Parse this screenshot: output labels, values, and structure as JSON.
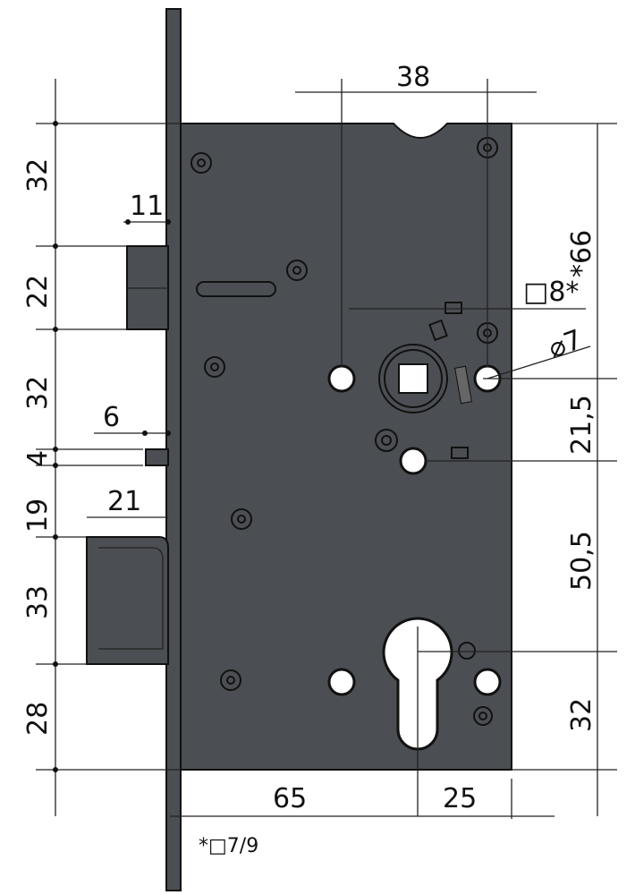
{
  "drawing": {
    "title": "Mortise lock dimension drawing",
    "colors": {
      "body": "#4b4e53",
      "line": "#222222",
      "background": "#ffffff"
    },
    "left_dims": [
      "32",
      "22",
      "32",
      "4",
      "19",
      "33",
      "28"
    ],
    "top_dims": {
      "hole_spacing": "38",
      "latch_offset": "11",
      "pin_offset": "6",
      "deadbolt_throw": "21"
    },
    "right_dims": {
      "spindle": "*66",
      "hole_a": "21,5",
      "hole_b": "50,5",
      "cylinder": "32"
    },
    "spindle_square": "□8*",
    "hole_diameter": "⌀7",
    "bottom_dims": {
      "backset": "65",
      "edge": "25"
    },
    "footnote": "*□7/9"
  }
}
